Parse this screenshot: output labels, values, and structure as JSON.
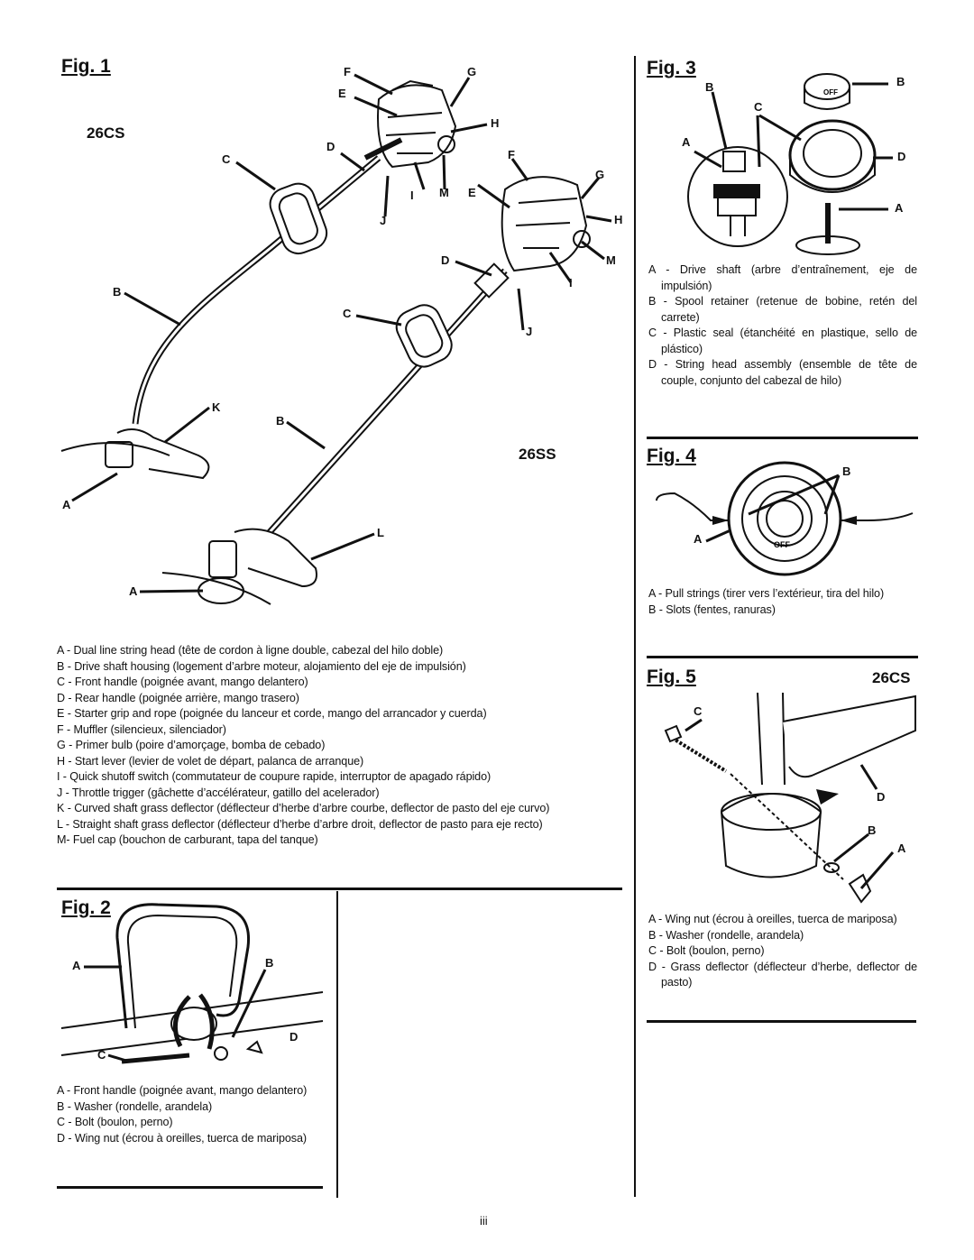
{
  "page_number": "iii",
  "fig1": {
    "title": "Fig. 1",
    "model_left": "26CS",
    "model_right": "26SS",
    "callouts": [
      "F",
      "G",
      "E",
      "H",
      "D",
      "C",
      "F",
      "I",
      "M",
      "E",
      "G",
      "J",
      "H",
      "D",
      "M",
      "B",
      "I",
      "C",
      "J",
      "K",
      "B",
      "A",
      "L",
      "A"
    ],
    "legend": [
      "A - Dual line string head (tête de cordon à ligne double, cabezal del hilo doble)",
      "B - Drive shaft housing (logement d’arbre moteur, alojamiento del eje de impulsión)",
      "C - Front handle (poignée avant, mango delantero)",
      "D - Rear handle (poignée arrière, mango trasero)",
      "E - Starter grip and rope (poignée du lanceur et corde, mango del arrancador y cuerda)",
      "F - Muffler (silencieux, silenciador)",
      "G - Primer bulb (poire d’amorçage, bomba de cebado)",
      "H - Start lever (levier de volet de départ, palanca de arranque)",
      "I  - Quick shutoff switch (commutateur de coupure rapide, interruptor de apagado rápido)",
      "J - Throttle trigger (gâchette d’accélérateur, gatillo del acelerador)",
      "K - Curved shaft grass deflector (déflecteur d’herbe d’arbre courbe, deflector de pasto del eje curvo)",
      "L - Straight shaft grass deflector (déflecteur d’herbe d’arbre droit, deflector de pasto para eje recto)",
      "M- Fuel cap (bouchon de carburant, tapa del tanque)"
    ]
  },
  "fig2": {
    "title": "Fig. 2",
    "callouts": [
      "A",
      "B",
      "D",
      "C"
    ],
    "legend": [
      "A - Front handle (poignée avant, mango delantero)",
      "B - Washer (rondelle, arandela)",
      "C - Bolt (boulon, perno)",
      "D - Wing nut (écrou à oreilles, tuerca de mariposa)"
    ]
  },
  "fig3": {
    "title": "Fig. 3",
    "callouts": [
      "B",
      "B",
      "C",
      "A",
      "D",
      "A"
    ],
    "off_label": "OFF",
    "legend": [
      "A - Drive shaft (arbre d’entraînement, eje de impulsión)",
      "B - Spool retainer (retenue de bobine, retén del carrete)",
      "C - Plastic seal (étanchéité en plastique, sello de plástico)",
      "D - String head assembly (ensemble de tête de couple, conjunto del cabezal de hilo)"
    ]
  },
  "fig4": {
    "title": "Fig. 4",
    "callouts": [
      "B",
      "A"
    ],
    "off_label": "OFF",
    "legend": [
      "A - Pull strings (tirer vers l’extérieur, tira del hilo)",
      "B - Slots (fentes, ranuras)"
    ]
  },
  "fig5": {
    "title": "Fig. 5",
    "model": "26CS",
    "callouts": [
      "C",
      "D",
      "B",
      "A"
    ],
    "legend": [
      "A - Wing nut (écrou à oreilles, tuerca de mariposa)",
      "B - Washer (rondelle, arandela)",
      "C - Bolt (boulon, perno)",
      "D - Grass deflector (déflecteur d’herbe, deflector de pasto)"
    ]
  }
}
